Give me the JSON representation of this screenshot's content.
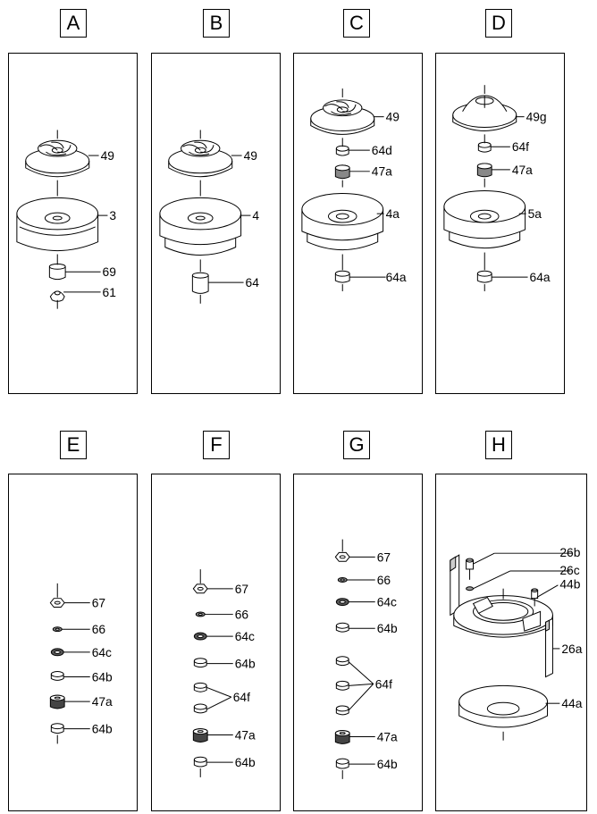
{
  "panels": {
    "A": {
      "label": "A",
      "parts": [
        "49",
        "3",
        "69",
        "61"
      ]
    },
    "B": {
      "label": "B",
      "parts": [
        "49",
        "4",
        "64"
      ]
    },
    "C": {
      "label": "C",
      "parts": [
        "49",
        "64d",
        "47a",
        "4a",
        "64a"
      ]
    },
    "D": {
      "label": "D",
      "parts": [
        "49g",
        "64f",
        "47a",
        "5a",
        "64a"
      ]
    },
    "E": {
      "label": "E",
      "parts": [
        "67",
        "66",
        "64c",
        "64b",
        "47a",
        "64b"
      ]
    },
    "F": {
      "label": "F",
      "parts": [
        "67",
        "66",
        "64c",
        "64b",
        "64f",
        "47a",
        "64b"
      ]
    },
    "G": {
      "label": "G",
      "parts": [
        "67",
        "66",
        "64c",
        "64b",
        "64f",
        "47a",
        "64b"
      ]
    },
    "H": {
      "label": "H",
      "parts": [
        "26b",
        "26c",
        "44b",
        "26a",
        "44a"
      ]
    }
  }
}
